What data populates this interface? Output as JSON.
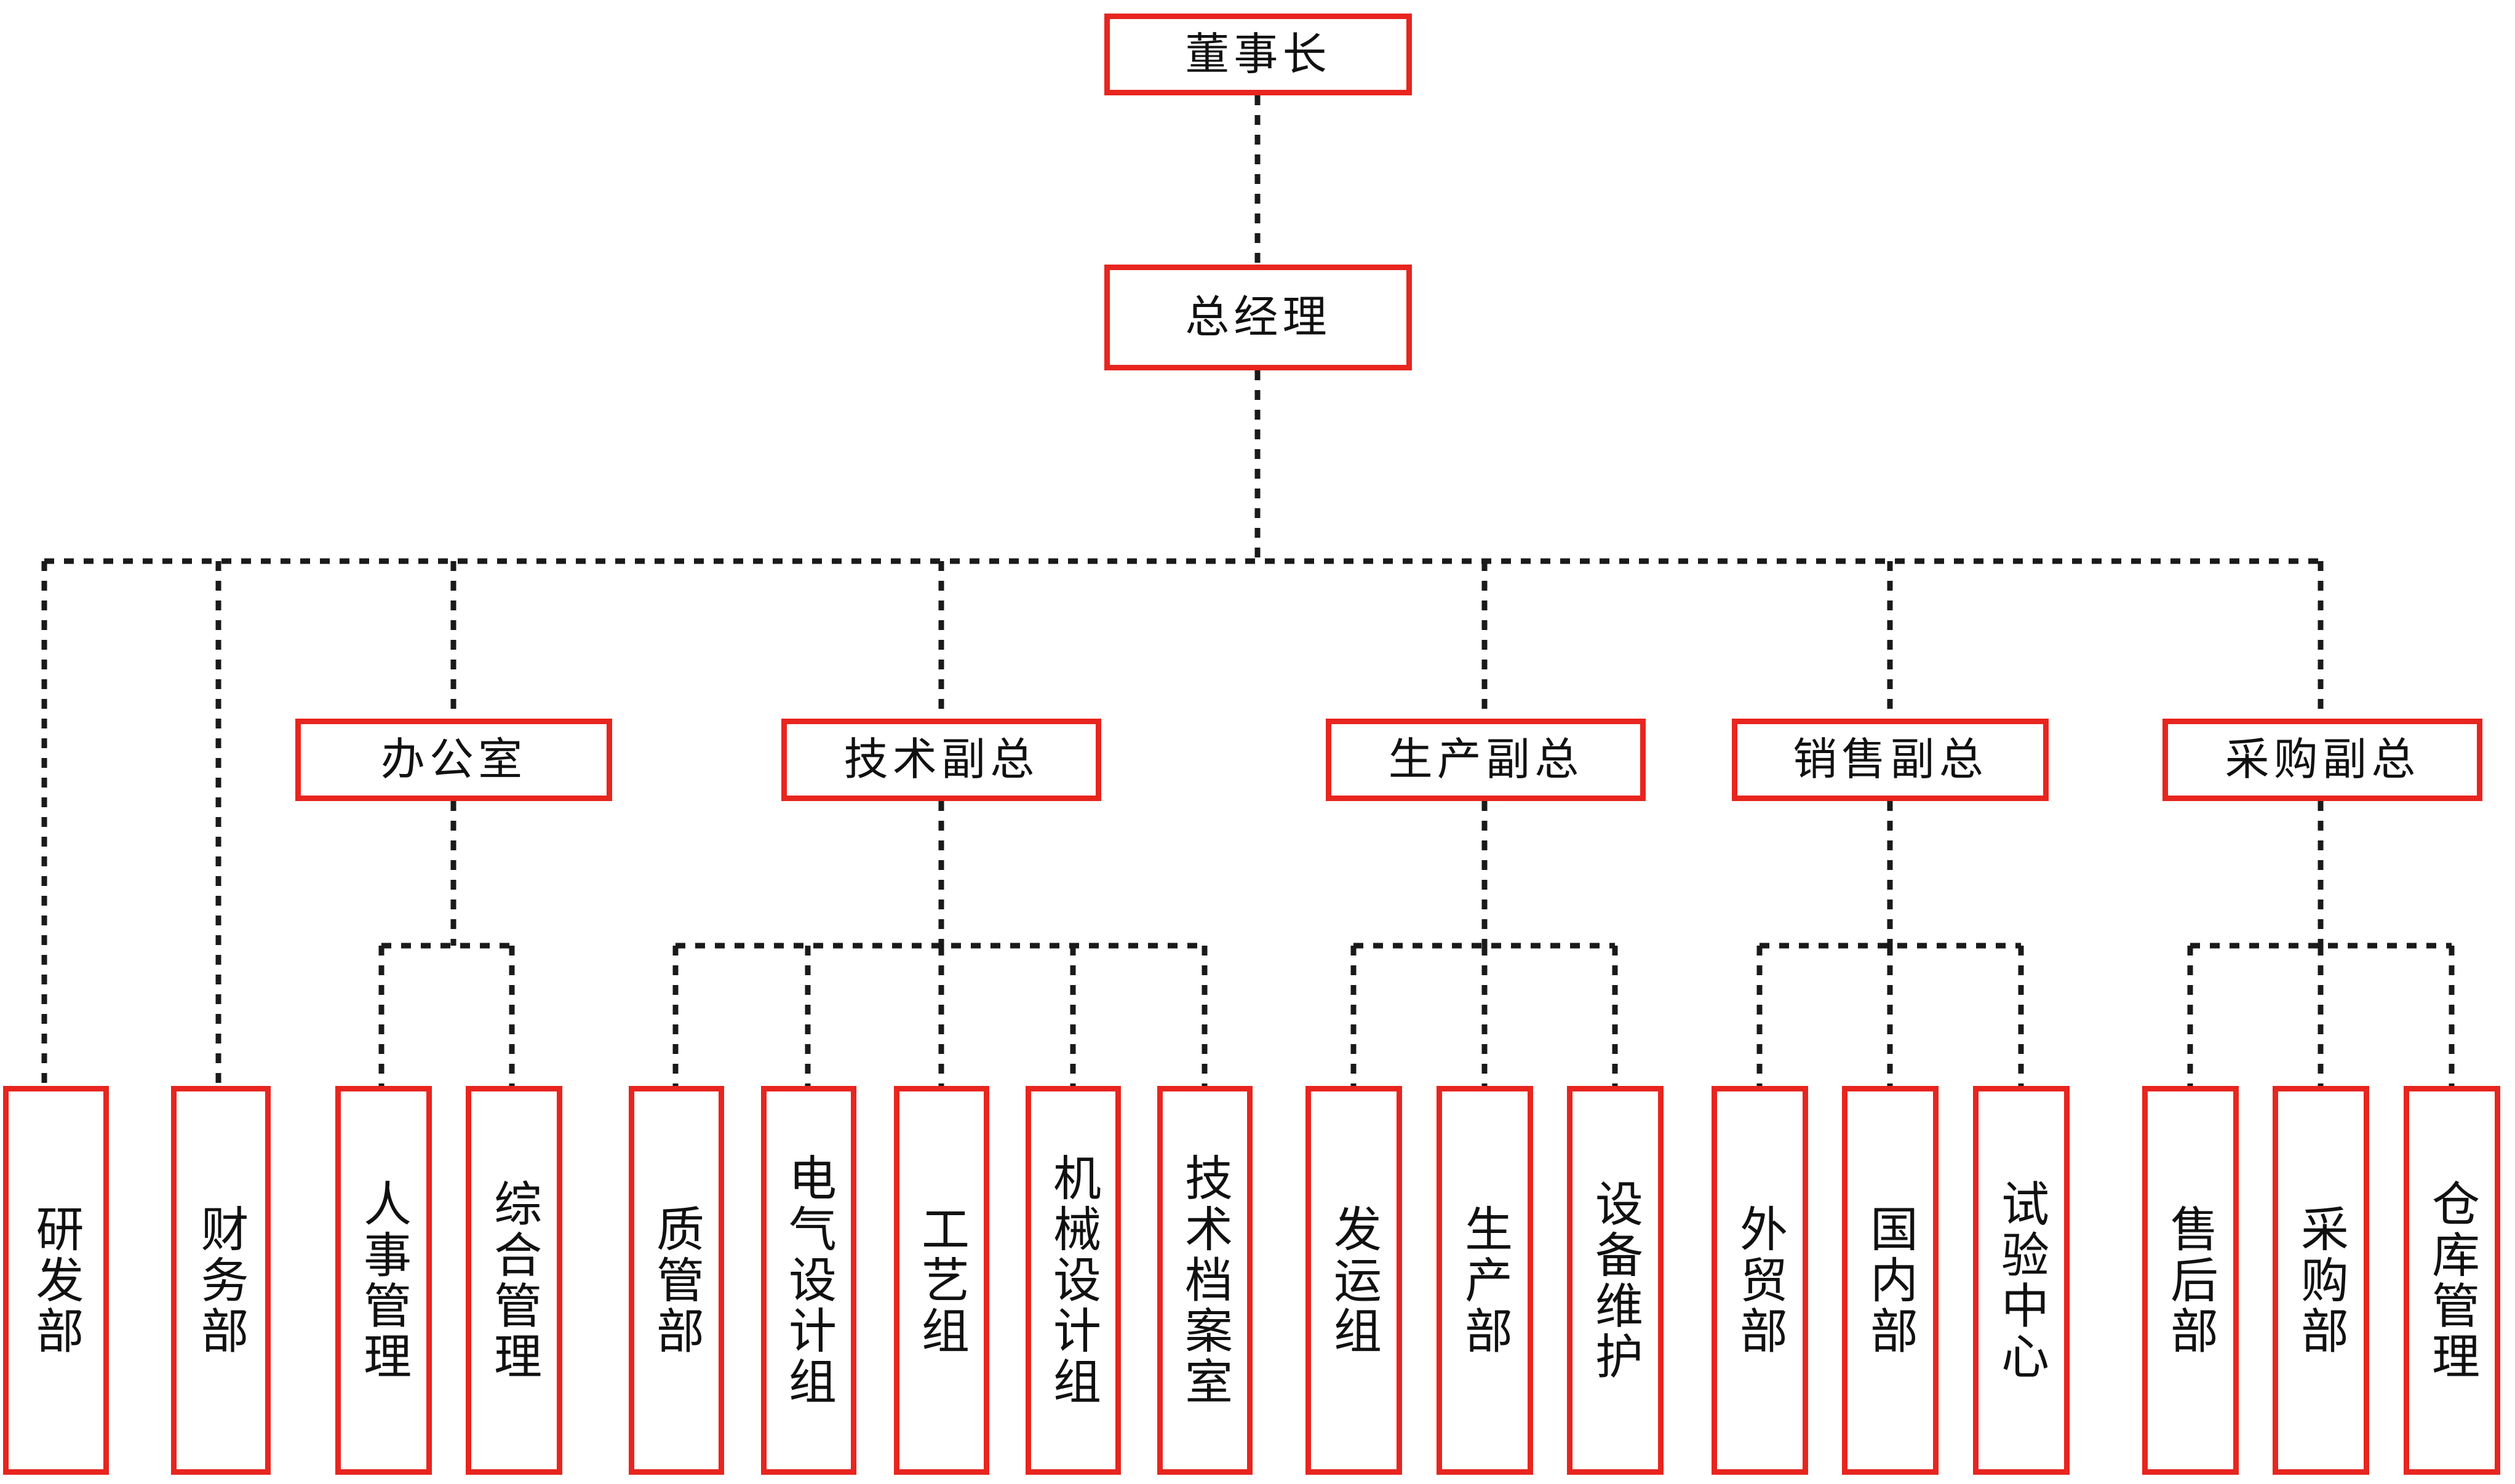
{
  "chart_data": {
    "type": "diagram",
    "subtype": "organization-chart",
    "title": "",
    "orientation": "top-down",
    "connector_style": "dotted",
    "colors": {
      "box_border": "#e8251f",
      "box_fill": "#ffffff",
      "connector": "#1a1a1a",
      "text": "#111111",
      "background": "#ffffff"
    },
    "levels": [
      {
        "level": 1,
        "nodes": [
          "chairman"
        ]
      },
      {
        "level": 2,
        "nodes": [
          "general_manager"
        ]
      },
      {
        "level": 3,
        "nodes": [
          "rd_dept",
          "finance_dept",
          "office",
          "tech_vp",
          "production_vp",
          "sales_vp",
          "purchasing_vp"
        ]
      },
      {
        "level": 4,
        "nodes": [
          "hr_mgmt",
          "general_mgmt",
          "quality_dept",
          "electrical_design",
          "process_group",
          "mechanical_design",
          "tech_archive",
          "shipping_group",
          "production_dept",
          "equipment_maintenance",
          "foreign_trade",
          "domestic_dept",
          "test_center",
          "after_sales",
          "purchasing_dept",
          "warehouse_mgmt"
        ]
      }
    ],
    "edges": [
      {
        "from": "chairman",
        "to": "general_manager"
      },
      {
        "from": "general_manager",
        "to": "rd_dept"
      },
      {
        "from": "general_manager",
        "to": "finance_dept"
      },
      {
        "from": "general_manager",
        "to": "office"
      },
      {
        "from": "general_manager",
        "to": "tech_vp"
      },
      {
        "from": "general_manager",
        "to": "production_vp"
      },
      {
        "from": "general_manager",
        "to": "sales_vp"
      },
      {
        "from": "general_manager",
        "to": "purchasing_vp"
      },
      {
        "from": "office",
        "to": "hr_mgmt"
      },
      {
        "from": "office",
        "to": "general_mgmt"
      },
      {
        "from": "tech_vp",
        "to": "quality_dept"
      },
      {
        "from": "tech_vp",
        "to": "electrical_design"
      },
      {
        "from": "tech_vp",
        "to": "process_group"
      },
      {
        "from": "tech_vp",
        "to": "mechanical_design"
      },
      {
        "from": "tech_vp",
        "to": "tech_archive"
      },
      {
        "from": "production_vp",
        "to": "shipping_group"
      },
      {
        "from": "production_vp",
        "to": "production_dept"
      },
      {
        "from": "production_vp",
        "to": "equipment_maintenance"
      },
      {
        "from": "sales_vp",
        "to": "foreign_trade"
      },
      {
        "from": "sales_vp",
        "to": "domestic_dept"
      },
      {
        "from": "sales_vp",
        "to": "test_center"
      },
      {
        "from": "purchasing_vp",
        "to": "after_sales"
      },
      {
        "from": "purchasing_vp",
        "to": "purchasing_dept"
      },
      {
        "from": "purchasing_vp",
        "to": "warehouse_mgmt"
      }
    ]
  },
  "nodes": {
    "chairman": {
      "label": "董事长"
    },
    "general_manager": {
      "label": "总经理"
    },
    "office": {
      "label": "办公室"
    },
    "tech_vp": {
      "label": "技术副总"
    },
    "production_vp": {
      "label": "生产副总"
    },
    "sales_vp": {
      "label": "销售副总"
    },
    "purchasing_vp": {
      "label": "采购副总"
    },
    "rd_dept": {
      "label": "研发部"
    },
    "finance_dept": {
      "label": "财务部"
    },
    "hr_mgmt": {
      "label": "人事管理"
    },
    "general_mgmt": {
      "label": "综合管理"
    },
    "quality_dept": {
      "label": "质管部"
    },
    "electrical_design": {
      "label": "电气设计组"
    },
    "process_group": {
      "label": "工艺组"
    },
    "mechanical_design": {
      "label": "机械设计组"
    },
    "tech_archive": {
      "label": "技术档案室"
    },
    "shipping_group": {
      "label": "发运组"
    },
    "production_dept": {
      "label": "生产部"
    },
    "equipment_maintenance": {
      "label": "设备维护"
    },
    "foreign_trade": {
      "label": "外贸部"
    },
    "domestic_dept": {
      "label": "国内部"
    },
    "test_center": {
      "label": "试验中心"
    },
    "after_sales": {
      "label": "售后部"
    },
    "purchasing_dept": {
      "label": "采购部"
    },
    "warehouse_mgmt": {
      "label": "仓库管理"
    }
  }
}
